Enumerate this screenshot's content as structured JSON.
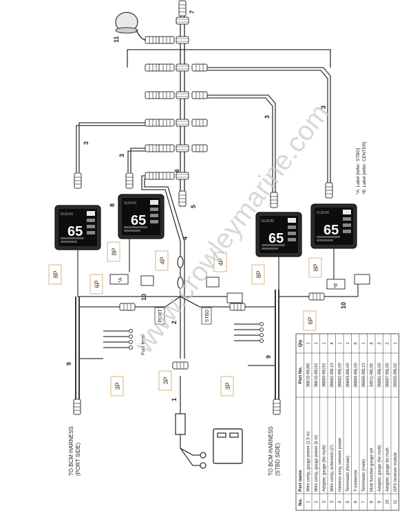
{
  "callouts": {
    "n1": "1",
    "n2": "2",
    "n3": "3",
    "n4": "4",
    "n5": "5",
    "n6": "6",
    "n7": "7",
    "n8": "8",
    "n9": "9",
    "n10": "10",
    "n11": "11"
  },
  "connectors": {
    "p8": "8P",
    "p6": "6P",
    "p4": "4P",
    "p3": "3P"
  },
  "labels": {
    "port": "PORT",
    "stbd": "STBD",
    "fuel_level": "Fuel level",
    "to_bcm_port": "TO BCM HARNESS",
    "port_side": "(PORT SIDE)",
    "to_bcm_stbd": "TO BCM HARNESS",
    "stbd_side": "(STBD SIDE)",
    "note1": "*A: Label [letter: STBD]",
    "note2": "*B: Label [letter: CENTER]",
    "mark_a": "*A",
    "mark_b": "*B"
  },
  "gauge": {
    "value": "65",
    "brand": "SUZUKI"
  },
  "watermark": "www.crowleymarine.com",
  "parts_table": {
    "headers": [
      "No.",
      "Part name",
      "Part No.",
      "Qty"
    ],
    "rows": [
      [
        "1",
        "Wire comp, gauge power (2.5 m)",
        "36610-98J00",
        "1"
      ],
      [
        "2",
        "Wire comp, gauge power (6 m)",
        "36610-98J10",
        "1"
      ],
      [
        "3",
        "Adapter, gauge (for multi)",
        "36660-98J10",
        "1"
      ],
      [
        "3",
        "Wire comp, extension (2')",
        "36662-98L10",
        "4"
      ],
      [
        "4",
        "Harness assy, network power",
        "36662-98L00",
        "1"
      ],
      [
        "5",
        "Terminator (female)",
        "36663-98L00",
        "1"
      ],
      [
        "6",
        "T-connector",
        "36664-98L00",
        "6"
      ],
      [
        "7",
        "Terminator (male)",
        "36665-98L10",
        "1"
      ],
      [
        "8",
        "Multi function gauge set",
        "34911-98L00",
        "4"
      ],
      [
        "9",
        "Adapter, gauge (for multi)",
        "36661-98L00",
        "2"
      ],
      [
        "10",
        "Adapter, gauge for multi",
        "36667-98L00",
        "2"
      ],
      [
        "11",
        "GPS receiver module",
        "39950-98L02",
        "1"
      ]
    ]
  },
  "colors": {
    "line": "#333333",
    "gauge_body": "#2b2b2b",
    "gauge_screen": "#0d0d0d",
    "watermark": "#c8c8c8",
    "connector_box": "#d0a060"
  }
}
